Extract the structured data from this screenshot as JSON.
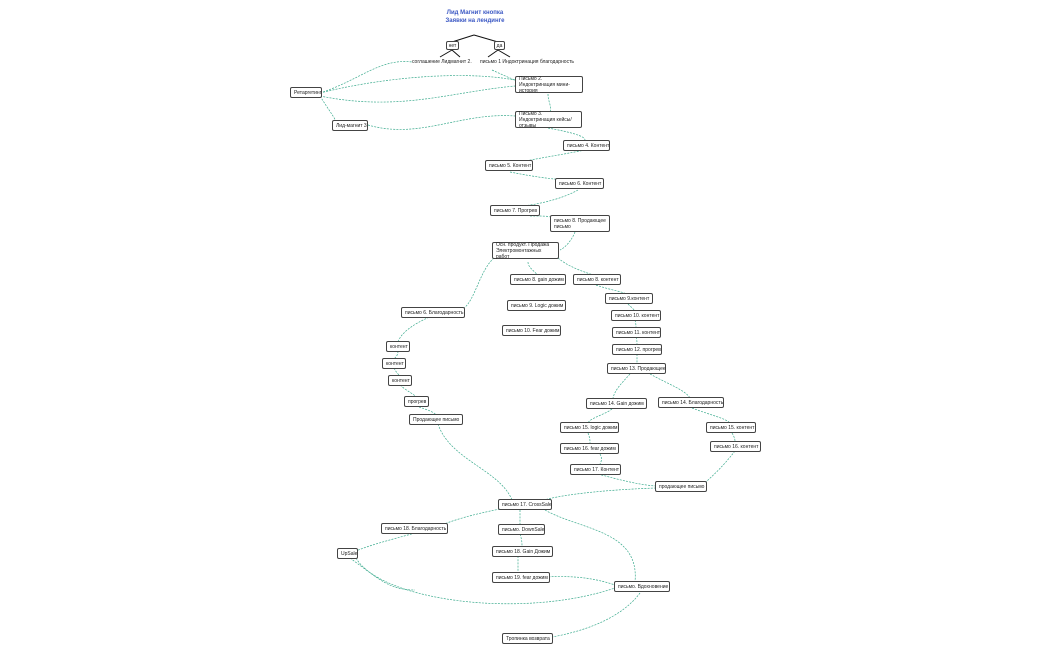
{
  "title": "Лид Магнит кнопка Заявки на лендинге",
  "branches": {
    "no": "нет",
    "yes": "да"
  },
  "nodes": {
    "retargeting": "Ретаргетинг",
    "lead_magnet_2": "соглашение Лидмагнит 2.",
    "letter_1": "письмо 1 Индоктринация благодарность",
    "letter_2": "Письмо 2. Индоктринация мини-история",
    "lead_magnet_3": "Лид-магнит 3",
    "letter_3": "Письмо 3. Индоктринация кейсы/отзывы",
    "letter_4": "письмо 4. Контент",
    "letter_5": "письмо 5. Контент",
    "letter_6": "письмо 6. Контент",
    "letter_7": "письмо 7. Прогрев",
    "letter_8": "письмо 8. Продающее письмо",
    "main_product": "Осн. продукт. Продажа Электромонтажных работ",
    "left_thanks": "письмо 6. Благодарность",
    "chain_gain": "письмо 8. gain дожим",
    "chain_logic": "письмо 9. Logic дожим",
    "chain_fear": "письмо 10. Fear дожим",
    "r_letter_8": "письмо 8. контент",
    "r_letter_9": "письмо 9.контент",
    "r_letter_10": "письмо 10. контент",
    "r_letter_11": "письмо 11. контент",
    "r_letter_12": "письмо 12. прогрев",
    "r_letter_13": "письмо 13. Продающее",
    "l_content_1": "контент",
    "l_content_2": "контент",
    "l_content_3": "контент",
    "l_warmup": "прогрев",
    "l_selling": "Продающее письмо",
    "r_gain_14": "письмо 14. Gain дожим",
    "r_thanks_14": "письмо 14. Благодарность",
    "r_logic_15": "письмо 15. logic дожим",
    "r_fear_16": "письмо 16. fear дожим",
    "r_content_17": "письмо 17. Контент",
    "r_content_15": "письмо 15. контент",
    "r_content_16": "письмо 16. контент",
    "selling_letter": "продающее письмо",
    "crosssale_17": "письмо 17. CrossSale",
    "thanks_18": "письмо 18. Благодарность",
    "downsale": "письмо. DownSale",
    "upsale": "UpSale",
    "gain_18": "письмо 18. Gain Дожим",
    "fear_19": "письмо 19. fear дожим",
    "inspiration": "письмо. Вдохновение",
    "return_path": "Тропинка возврата"
  },
  "colors": {
    "edge": "#3cab8e",
    "title": "#3b58c4",
    "border": "#444444"
  }
}
